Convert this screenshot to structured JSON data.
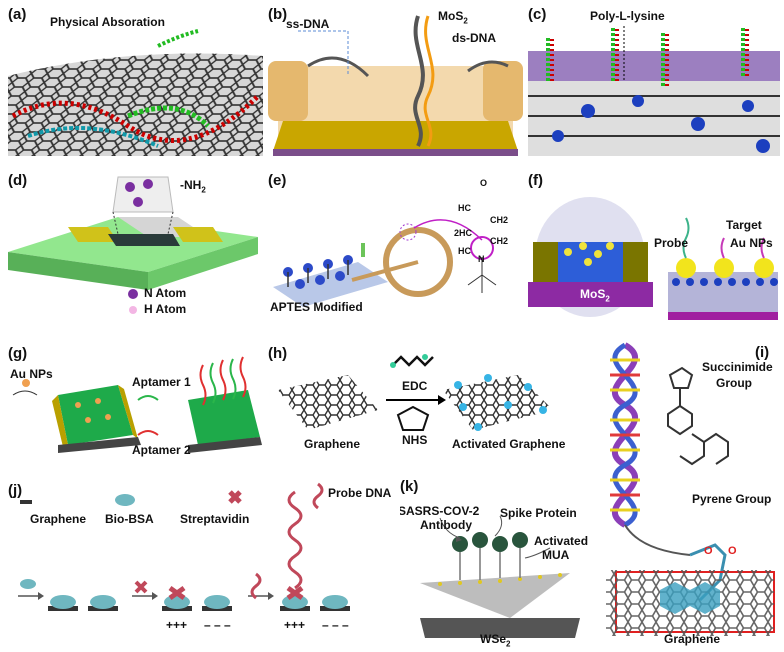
{
  "panels": {
    "a": {
      "label": "(a)",
      "title": "Physical Absoration"
    },
    "b": {
      "label": "(b)",
      "ss": "ss-DNA",
      "mos2": "MoS",
      "mos2_sub": "2",
      "ds": "ds-DNA"
    },
    "c": {
      "label": "(c)",
      "title": "Poly-L-lysine"
    },
    "d": {
      "label": "(d)",
      "nh2": "-NH",
      "nh2_sub": "2",
      "n_atom": "N Atom",
      "h_atom": "H Atom"
    },
    "e": {
      "label": "(e)",
      "caption": "APTES Modified",
      "chem": [
        "O",
        "HC",
        "CH2",
        "2HC",
        "CH2",
        "HC",
        "N"
      ]
    },
    "f": {
      "label": "(f)",
      "probe": "Probe",
      "target": "Target",
      "au": "Au NPs",
      "mos2": "MoS",
      "mos2_sub": "2"
    },
    "g": {
      "label": "(g)",
      "au": "Au NPs",
      "apt1": "Aptamer 1",
      "apt2": "Aptamer 2"
    },
    "h": {
      "label": "(h)",
      "graphene": "Graphene",
      "edc": "EDC",
      "nhs": "NHS",
      "activated": "Activated Graphene"
    },
    "i": {
      "label": "(i)",
      "succ": "Succinimide",
      "group": "Group",
      "pyrene": "Pyrene Group",
      "graphene": "Graphene",
      "o1": "O",
      "o2": "O"
    },
    "j": {
      "label": "(j)",
      "graphene": "Graphene",
      "biobsa": "Bio-BSA",
      "strep": "Streptavidin",
      "probe": "Probe DNA",
      "plus1": "+++",
      "minus1": "– – –",
      "plus2": "+++",
      "minus2": "– – –"
    },
    "k": {
      "label": "(k)",
      "antibody1": "SASRS-COV-2",
      "antibody2": "Antibody",
      "spike": "Spike Protein",
      "mua1": "Activated",
      "mua2": "MUA",
      "wse": "WSe",
      "wse_sub": "2"
    }
  }
}
